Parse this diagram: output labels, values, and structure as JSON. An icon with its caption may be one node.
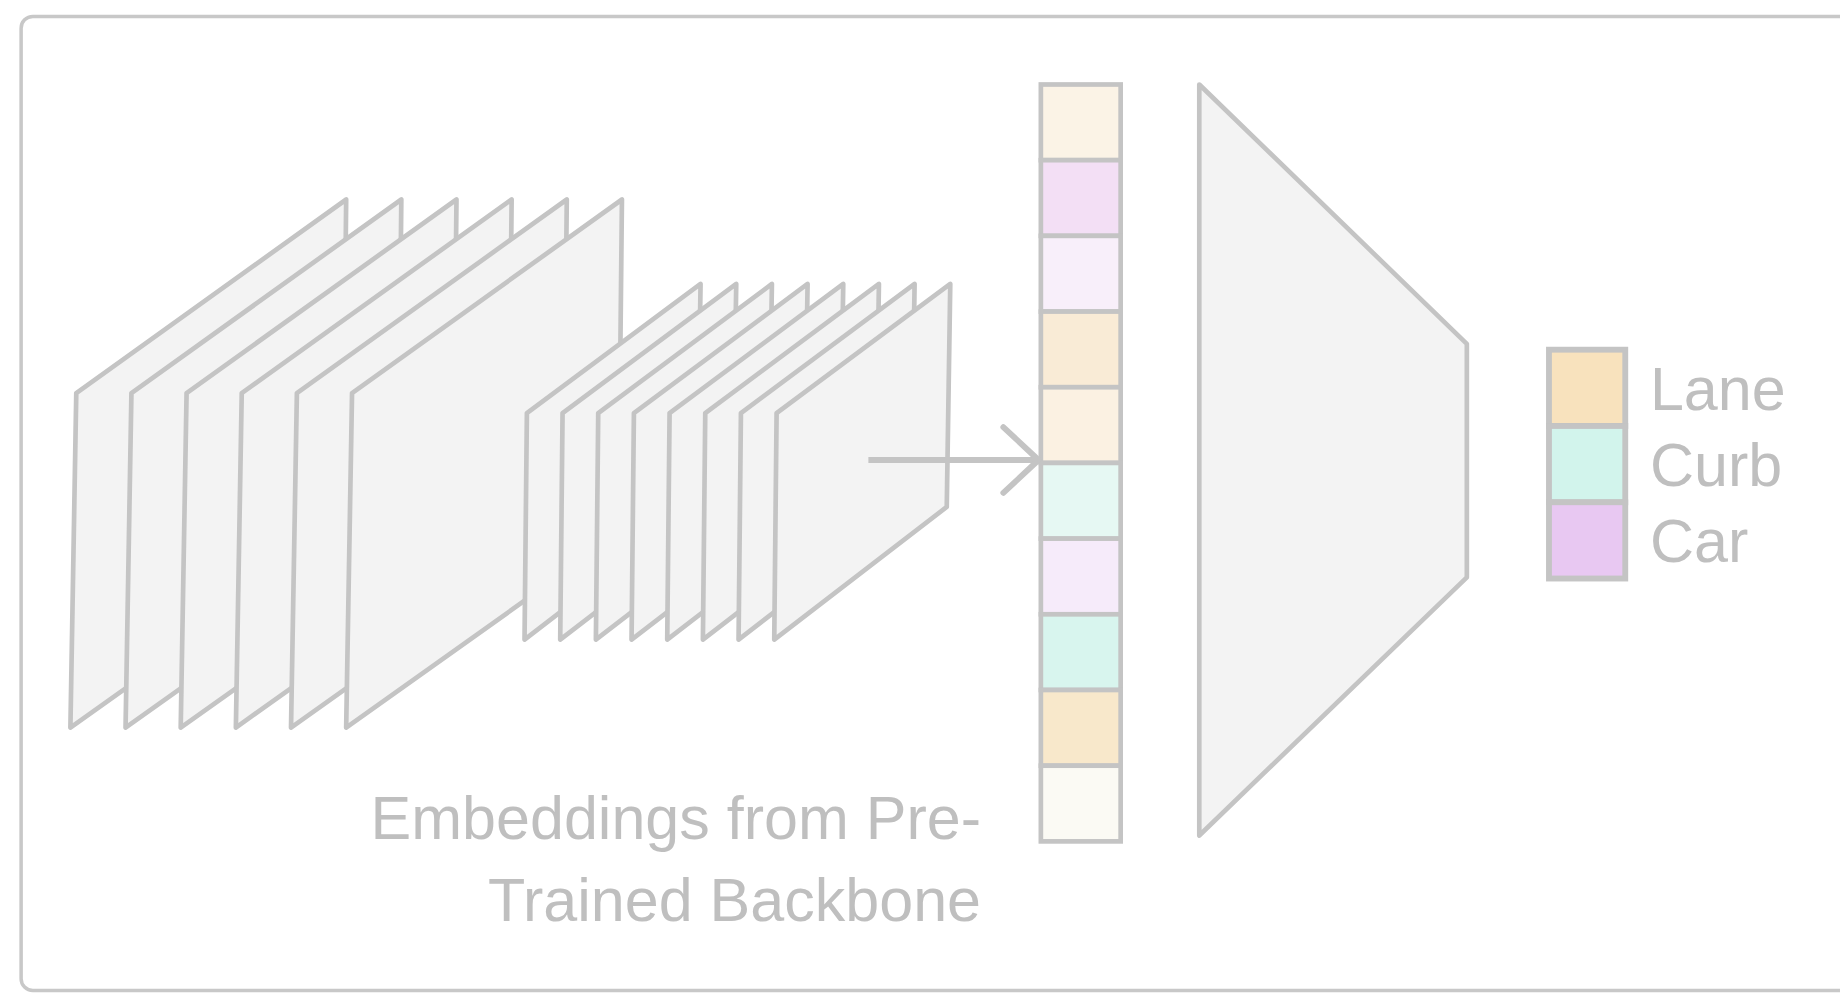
{
  "diagram": {
    "nodes": [
      {
        "text": [],
        "shape": "picture"
      },
      {
        "text": [],
        "shape": "bar"
      },
      {
        "text": [],
        "shape": "trapezoid"
      }
    ],
    "edges": [
      {
        "from": 0,
        "to": 1,
        "arrow": "to"
      }
    ],
    "labels": [
      "Embeddings from Pre-Trained Backbone"
    ],
    "legend": [
      {
        "text": "Lane",
        "color": "#f8e2bd"
      },
      {
        "text": "Curb",
        "color": "#d2f4ec"
      },
      {
        "text": "Car",
        "color": "#e8c8f2"
      }
    ]
  }
}
